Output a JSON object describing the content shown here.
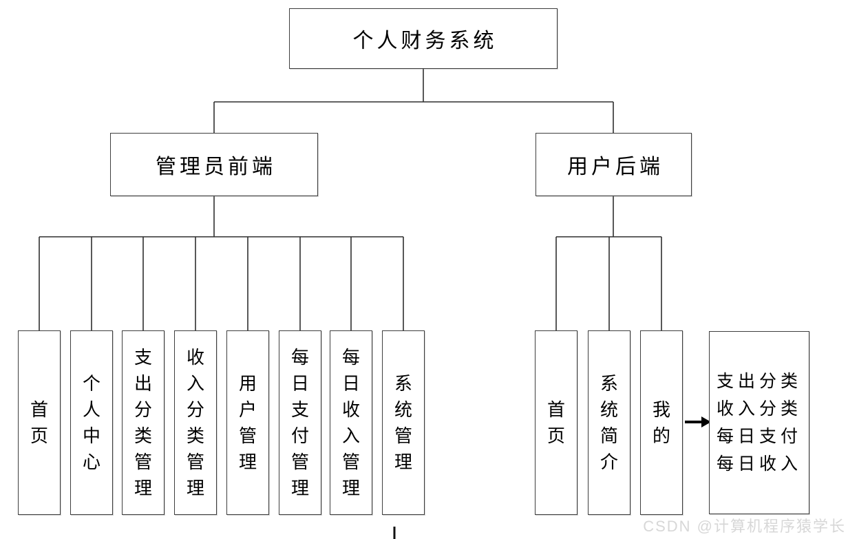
{
  "root": {
    "label": "个人财务系统"
  },
  "admin_branch": {
    "label": "管理员前端",
    "children": [
      "首页",
      "个人中心",
      "支出分类管理",
      "收入分类管理",
      "用户管理",
      "每日支付管理",
      "每日收入管理",
      "系统管理"
    ]
  },
  "user_branch": {
    "label": "用户后端",
    "children": [
      "首页",
      "系统简介",
      "我的"
    ],
    "detail_box": {
      "lines": [
        "支出分类",
        "收入分类",
        "每日支付",
        "每日收入"
      ]
    }
  },
  "watermark": "CSDN @计算机程序猿学长",
  "colors": {
    "line": "#2e2e2e",
    "arrow": "#000000",
    "box_border": "#3d3d3d",
    "box_fill": "#ffffff",
    "text": "#000000",
    "watermark": "#d7d7d7"
  }
}
